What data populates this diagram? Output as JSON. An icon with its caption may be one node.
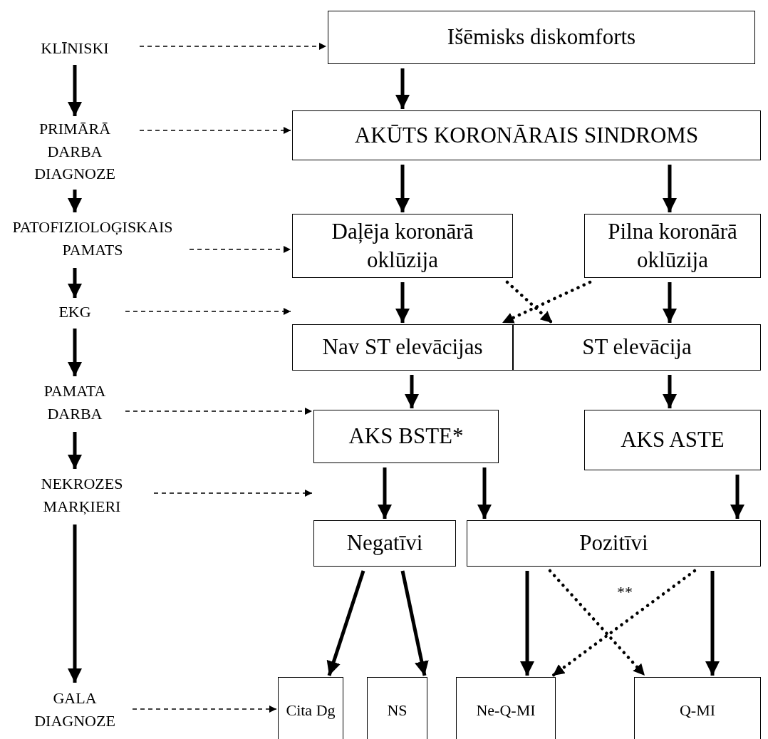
{
  "diagram": {
    "nodes": [
      {
        "text": [
          "KLĪNISKI"
        ]
      },
      {
        "text": [
          "PRIMĀRĀ DARBA DIAGNOZE"
        ]
      },
      {
        "text": [
          "PATOFIZIOLOĢISKAIS PAMATS"
        ]
      },
      {
        "text": [
          "EKG"
        ]
      },
      {
        "text": [
          "PAMATA DARBA"
        ]
      },
      {
        "text": [
          "NEKROZES MARĶIERI"
        ]
      },
      {
        "text": [
          "GALA DIAGNOZE"
        ]
      },
      {
        "text": [
          "Išēmisks diskomforts"
        ]
      },
      {
        "text": [
          "AKŪTS KORONĀRAIS SINDROMS"
        ]
      },
      {
        "text": [
          "Daļēja koronārā oklūzija"
        ]
      },
      {
        "text": [
          "Pilna koronārā oklūzija"
        ]
      },
      {
        "text": [
          "Nav ST elevācijas"
        ]
      },
      {
        "text": [
          "ST elevācija"
        ]
      },
      {
        "text": [
          "AKS BSTE*"
        ]
      },
      {
        "text": [
          "AKS ASTE"
        ]
      },
      {
        "text": [
          "Negatīvi"
        ]
      },
      {
        "text": [
          "Pozitīvi"
        ]
      },
      {
        "text": [
          "Cita Dg"
        ]
      },
      {
        "text": [
          "NS"
        ]
      },
      {
        "text": [
          "Ne-Q-MI"
        ]
      },
      {
        "text": [
          "Q-MI"
        ]
      }
    ],
    "edges": [
      {
        "from": 0,
        "to": 1,
        "arrow": "to"
      },
      {
        "from": 1,
        "to": 2,
        "arrow": "to"
      },
      {
        "from": 2,
        "to": 3,
        "arrow": "to"
      },
      {
        "from": 3,
        "to": 4,
        "arrow": "to"
      },
      {
        "from": 4,
        "to": 5,
        "arrow": "to"
      },
      {
        "from": 5,
        "to": 6,
        "arrow": "to"
      },
      {
        "from": 0,
        "to": 7,
        "arrow": "to",
        "style": "dashed"
      },
      {
        "from": 1,
        "to": 8,
        "arrow": "to",
        "style": "dashed"
      },
      {
        "from": 2,
        "to": 9,
        "arrow": "to",
        "style": "dashed"
      },
      {
        "from": 3,
        "to": 11,
        "arrow": "to",
        "style": "dashed"
      },
      {
        "from": 4,
        "to": 13,
        "arrow": "to",
        "style": "dashed"
      },
      {
        "from": 5,
        "to": 15,
        "arrow": "to",
        "style": "dashed"
      },
      {
        "from": 6,
        "to": 17,
        "arrow": "to",
        "style": "dashed"
      },
      {
        "from": 7,
        "to": 8,
        "arrow": "to"
      },
      {
        "from": 8,
        "to": 9,
        "arrow": "to"
      },
      {
        "from": 8,
        "to": 10,
        "arrow": "to"
      },
      {
        "from": 9,
        "to": 11,
        "arrow": "to"
      },
      {
        "from": 10,
        "to": 12,
        "arrow": "to"
      },
      {
        "from": 9,
        "to": 12,
        "arrow": "to",
        "style": "dashed"
      },
      {
        "from": 10,
        "to": 11,
        "arrow": "to",
        "style": "dashed"
      },
      {
        "from": 11,
        "to": 13,
        "arrow": "to"
      },
      {
        "from": 12,
        "to": 14,
        "arrow": "to"
      },
      {
        "from": 13,
        "to": 15,
        "arrow": "to"
      },
      {
        "from": 13,
        "to": 16,
        "arrow": "to"
      },
      {
        "from": 14,
        "to": 16,
        "arrow": "to"
      },
      {
        "from": 15,
        "to": 17,
        "arrow": "to"
      },
      {
        "from": 15,
        "to": 18,
        "arrow": "to"
      },
      {
        "from": 16,
        "to": 19,
        "arrow": "to"
      },
      {
        "from": 16,
        "to": 20,
        "arrow": "to"
      },
      {
        "from": 16,
        "to": 20,
        "arrow": "to",
        "style": "dashed"
      },
      {
        "from": 16,
        "to": 19,
        "arrow": "to",
        "style": "dashed"
      }
    ],
    "labels": [
      "**"
    ]
  }
}
